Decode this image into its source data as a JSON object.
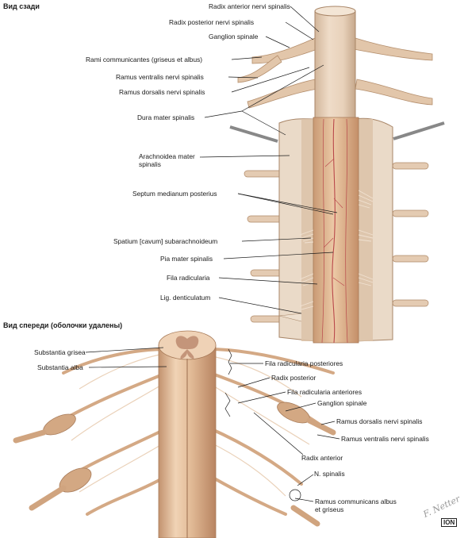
{
  "sections": {
    "posterior_view": "Вид сзади",
    "anterior_view": "Вид спереди (оболочки удалены)"
  },
  "labels": {
    "radix_anterior": "Radix anterior nervi spinalis",
    "radix_posterior": "Radix posterior nervi spinalis",
    "ganglion_top": "Ganglion spinale",
    "rami_communicantes": "Rami communicantes (griseus et albus)",
    "ramus_ventralis_top": "Ramus ventralis nervi spinalis",
    "ramus_dorsalis_top": "Ramus dorsalis nervi spinalis",
    "dura": "Dura mater spinalis",
    "arachnoidea_1": "Arachnoidea mater",
    "arachnoidea_2": "spinalis",
    "septum": "Septum medianum posterius",
    "spatium": "Spatium [cavum] subarachnoideum",
    "pia": "Pia mater spinalis",
    "fila_radicularia": "Fila radicularia",
    "lig": "Lig. denticulatum",
    "substantia_grisea": "Substantia grisea",
    "substantia_alba": "Substantia alba",
    "fila_posteriores": "Fila radicularia posteriores",
    "radix_post_b": "Radix posterior",
    "fila_anteriores": "Fila radicularia anteriores",
    "ganglion_bottom": "Ganglion spinale",
    "ramus_dorsalis_bottom": "Ramus dorsalis nervi spinalis",
    "ramus_ventralis_bottom": "Ramus ventralis nervi spinalis",
    "radix_anterior_b": "Radix anterior",
    "n_spinalis": "N. spinalis",
    "ramus_comm_1": "Ramus communicans albus",
    "ramus_comm_2": "et griseus"
  },
  "colors": {
    "dura": "#e6cdb4",
    "cord": "#e3b995",
    "nerve": "#d9b08a",
    "nerve_dark": "#b9865f",
    "vessel": "#b8474a",
    "grey_matter": "#c99a7a",
    "line": "#1a1a1a"
  },
  "signature": "F. Netter",
  "logo": "ION"
}
